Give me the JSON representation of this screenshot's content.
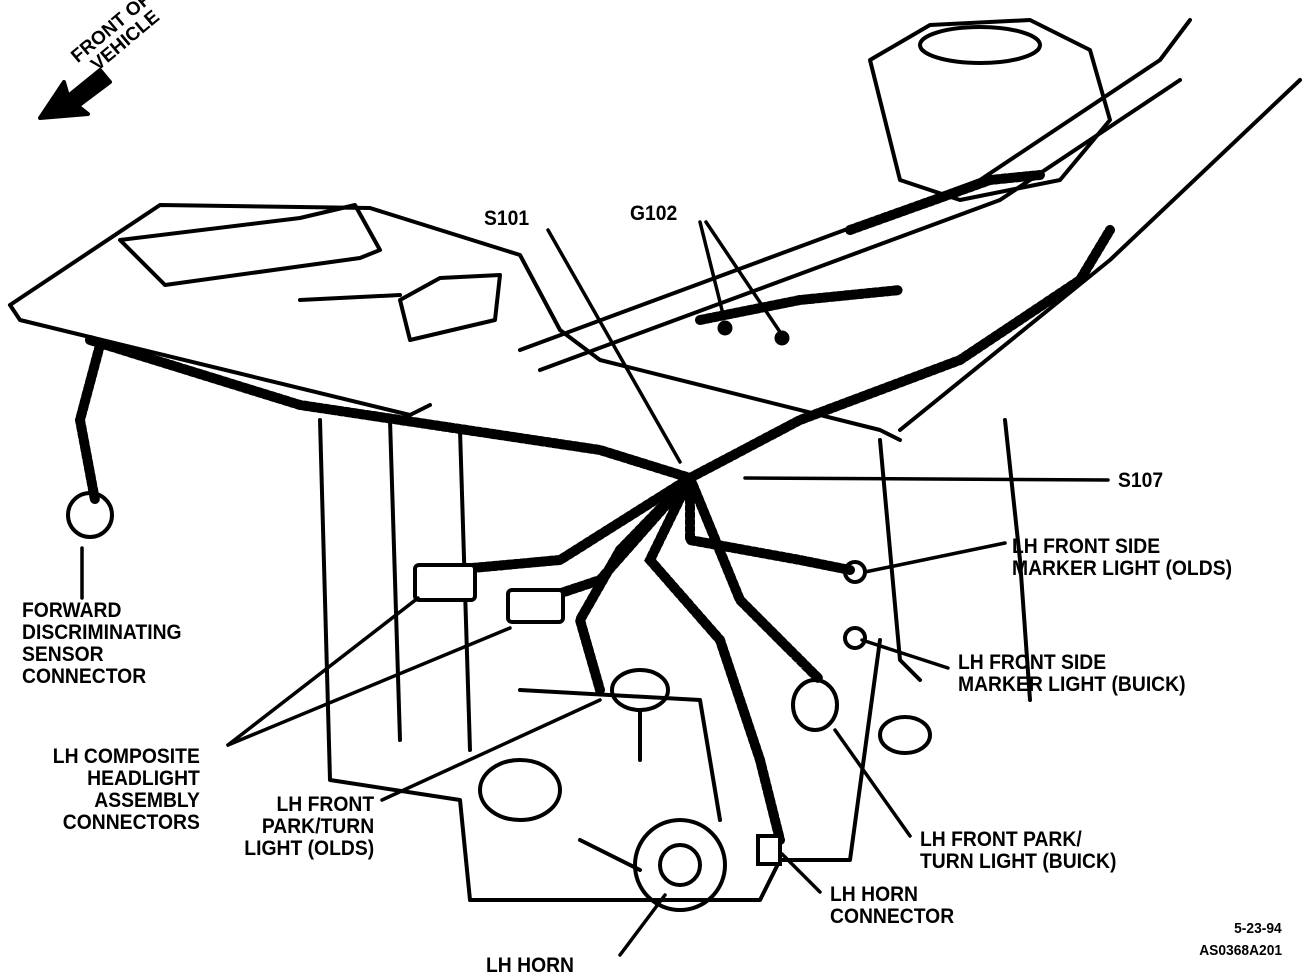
{
  "orientation": {
    "line1": "FRONT OF",
    "line2": "VEHICLE"
  },
  "labels": {
    "s101": "S101",
    "g102": "G102",
    "s107": "S107",
    "fdsc": [
      "FORWARD",
      "DISCRIMINATING",
      "SENSOR",
      "CONNECTOR"
    ],
    "lh_composite": [
      "LH COMPOSITE",
      "HEADLIGHT",
      "ASSEMBLY",
      "CONNECTORS"
    ],
    "park_olds": [
      "LH FRONT",
      "PARK/TURN",
      "LIGHT (OLDS)"
    ],
    "side_olds": [
      "LH FRONT SIDE",
      "MARKER LIGHT (OLDS)"
    ],
    "side_buick": [
      "LH FRONT SIDE",
      "MARKER LIGHT (BUICK)"
    ],
    "park_buick": [
      "LH FRONT PARK/",
      "TURN LIGHT (BUICK)"
    ],
    "horn_connector": [
      "LH HORN",
      "CONNECTOR"
    ],
    "horn": "LH HORN"
  },
  "footer": {
    "date": "5-23-94",
    "figure_id": "AS0368A201"
  }
}
